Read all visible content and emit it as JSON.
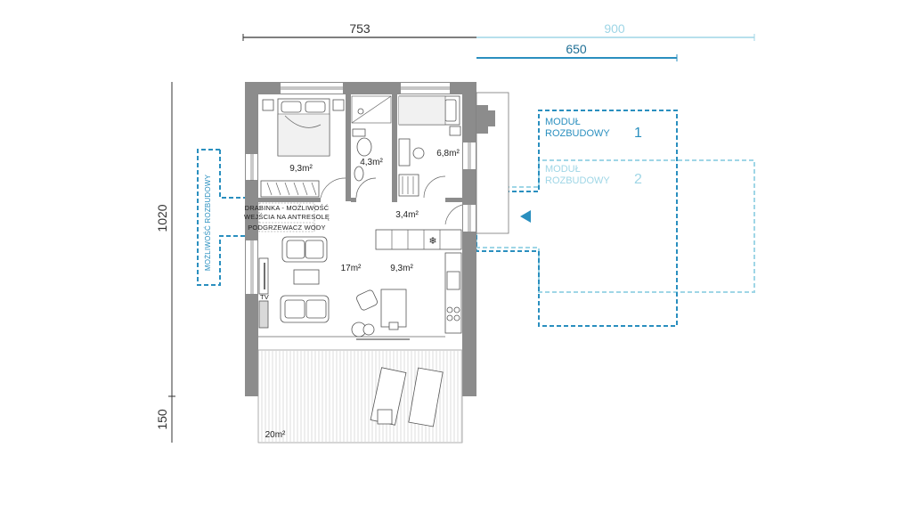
{
  "dimensions": {
    "width_main": "753",
    "width_extended": "900",
    "width_module": "650",
    "height_main": "1020",
    "height_terrace": "150"
  },
  "rooms": {
    "bedroom_1": "9,3m²",
    "bathroom": "4,3m²",
    "bedroom_2": "6,8m²",
    "hall": "3,4m²",
    "living": "17m²",
    "kitchen": "9,3m²",
    "terrace": "20m²"
  },
  "notes": {
    "ladder_line1": "DRABINKA - MOŻLIWOŚĆ",
    "ladder_line2": "WEJŚCIA NA ANTRESOLĘ",
    "water_heater": "PODGRZEWACZ WODY",
    "tv": "TV"
  },
  "extension": {
    "side_label": "MOŻLIWOŚĆ ROZBUDOWY",
    "module1_line1": "MODUŁ",
    "module1_line2": "ROZBUDOWY",
    "module1_num": "1",
    "module2_line1": "MODUŁ",
    "module2_line2": "ROZBUDOWY",
    "module2_num": "2"
  },
  "colors": {
    "wall": "#8c8c8c",
    "module1": "#2a8fbf",
    "module2": "#9fd6e6",
    "dim_line": "#333333"
  }
}
